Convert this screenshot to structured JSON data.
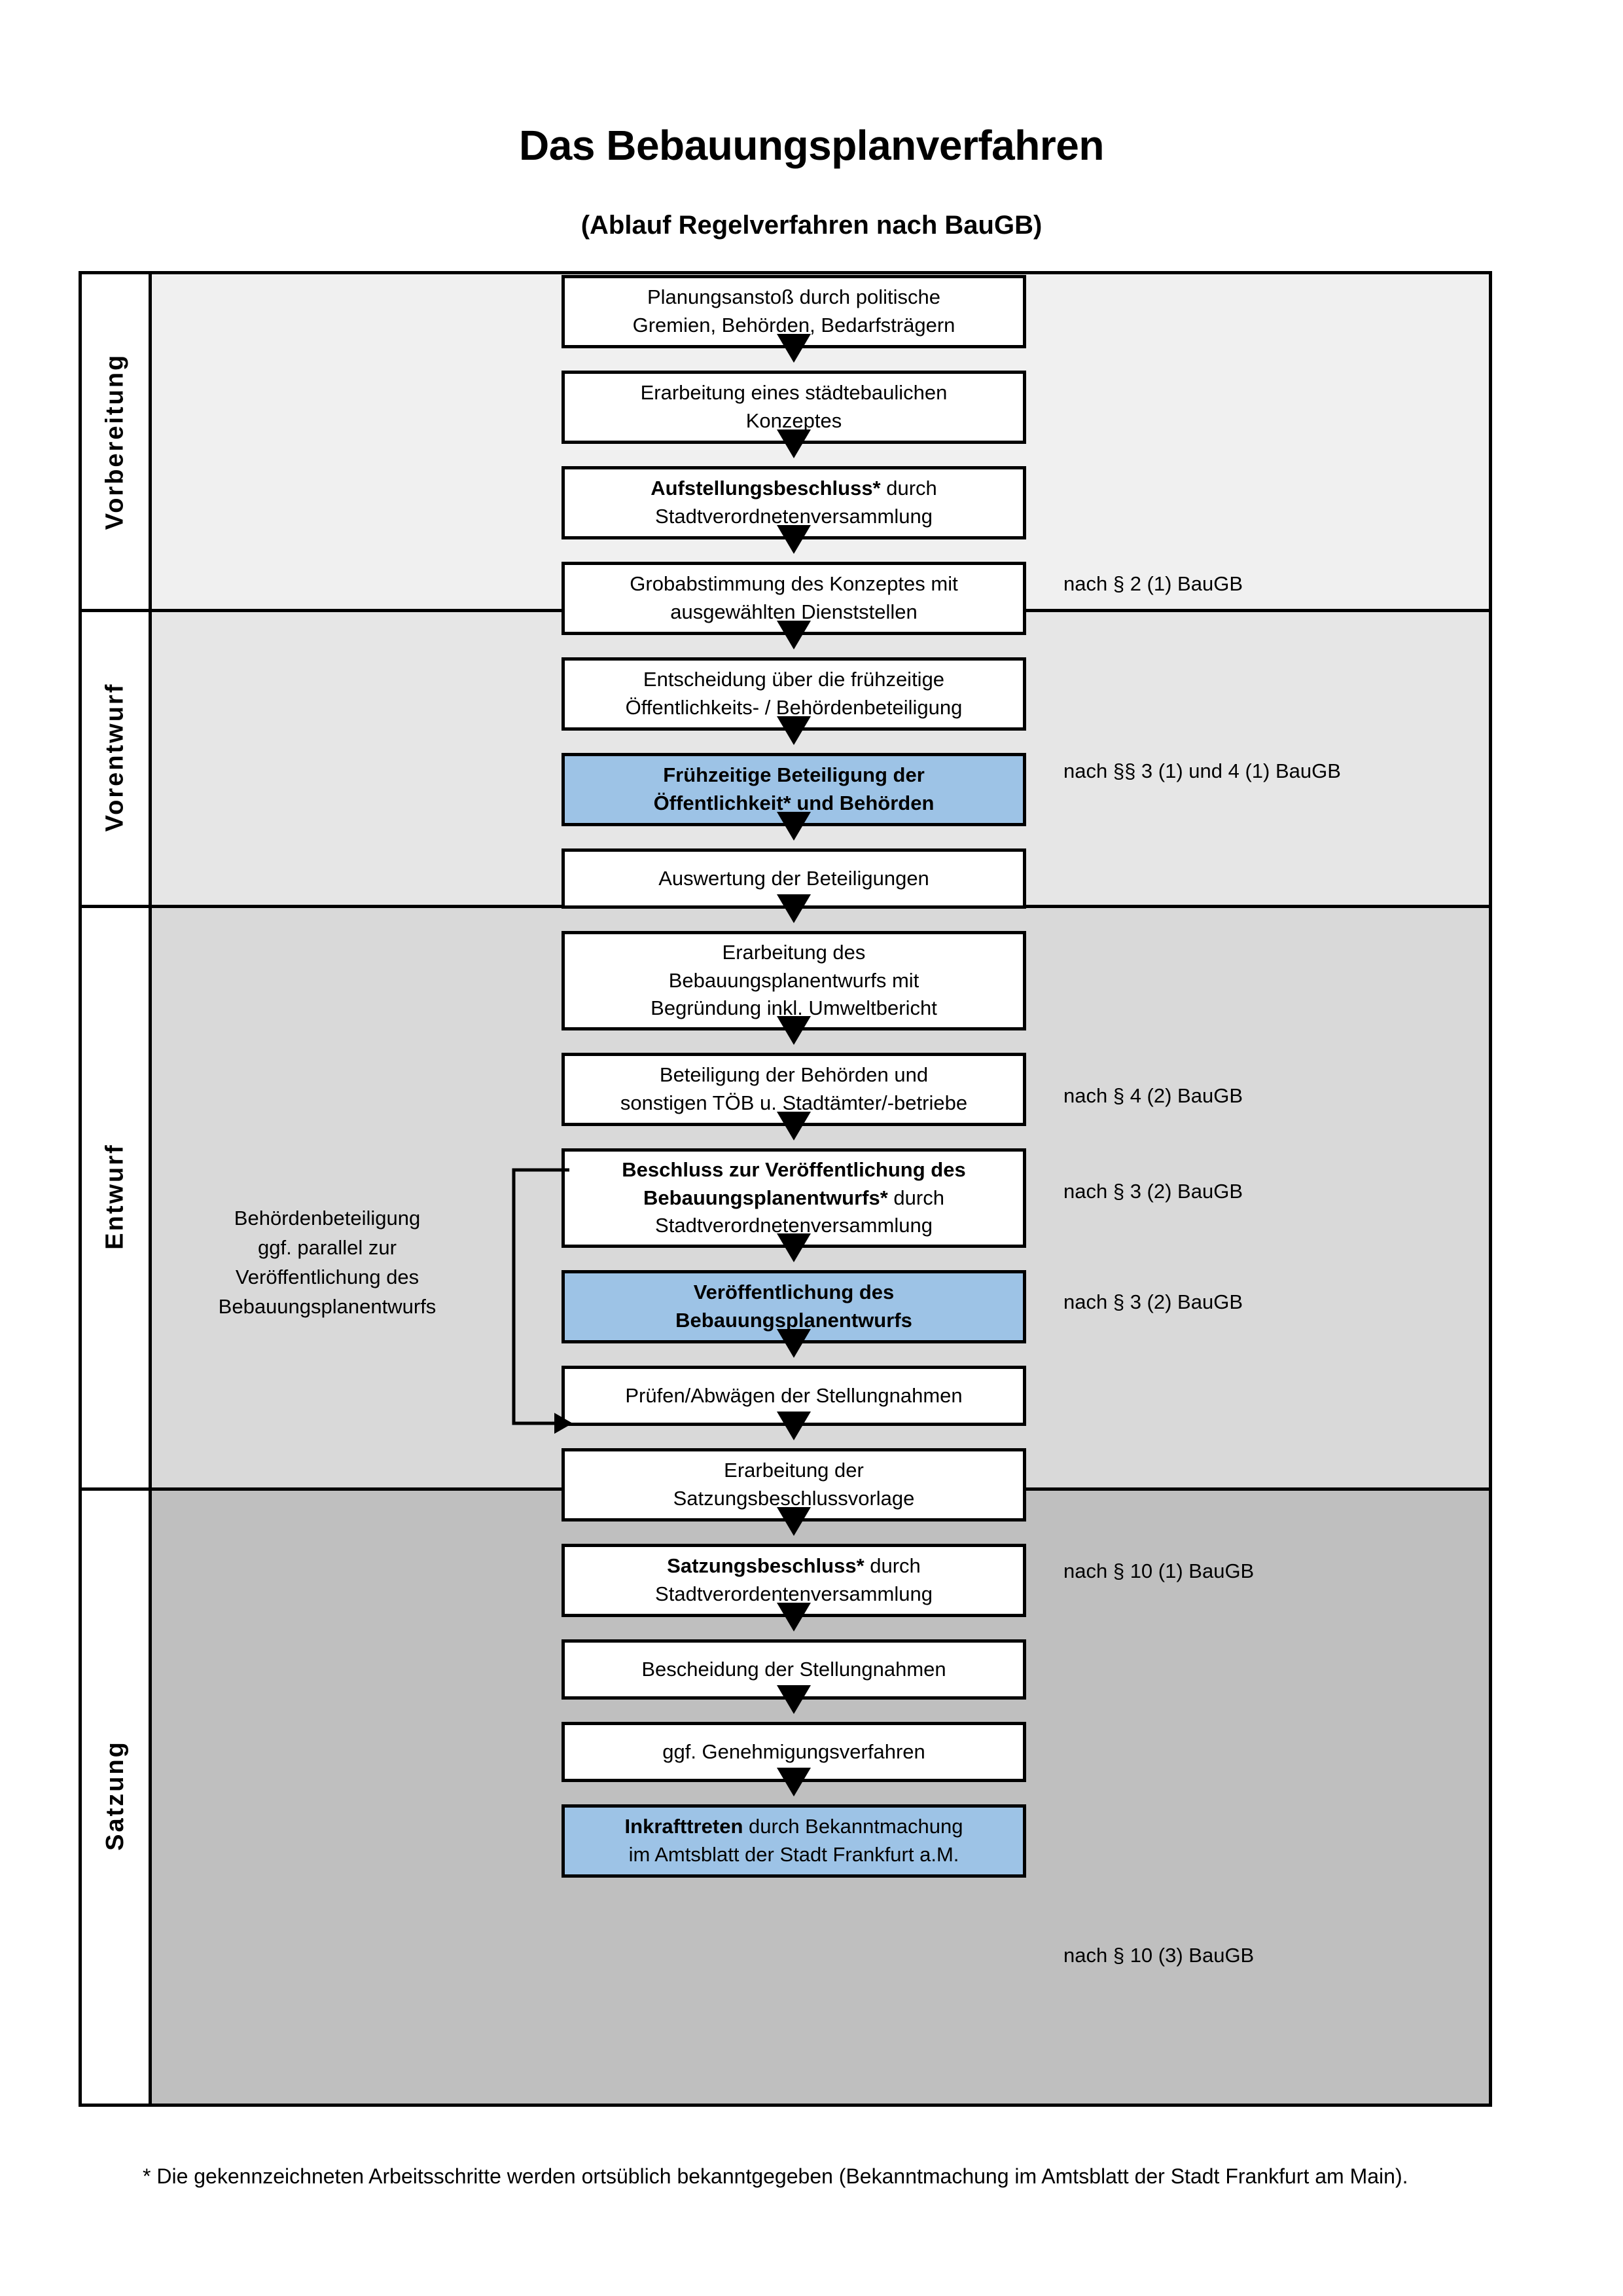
{
  "header": {
    "title": "Das Bebauungsplanverfahren",
    "subtitle": "(Ablauf Regelverfahren nach BauGB)"
  },
  "phases": [
    {
      "label": "Vorbereitung"
    },
    {
      "label": "Vorentwurf"
    },
    {
      "label": "Entwurf"
    },
    {
      "label": "Satzung"
    }
  ],
  "steps": [
    {
      "id": "planungsanstoss",
      "lines": [
        "Planungsanstoß durch politische",
        "Gremien, Behörden, Bedarfsträgern"
      ],
      "bold": [],
      "highlight": false
    },
    {
      "id": "staedtebauliches-konzept",
      "lines": [
        "Erarbeitung eines städtebaulichen",
        "Konzeptes"
      ],
      "bold": [],
      "highlight": false
    },
    {
      "id": "aufstellungsbeschluss",
      "lines": [
        "Aufstellungsbeschluss* durch",
        "Stadtverordnetenversammlung"
      ],
      "bold": [
        "Aufstellungsbeschluss*"
      ],
      "highlight": false
    },
    {
      "id": "grobabstimmung",
      "lines": [
        "Grobabstimmung des Konzeptes mit",
        "ausgewählten Dienststellen"
      ],
      "bold": [],
      "highlight": false
    },
    {
      "id": "entscheidung-fruehzeitig",
      "lines": [
        "Entscheidung über die frühzeitige",
        "Öffentlichkeits- / Behördenbeteiligung"
      ],
      "bold": [],
      "highlight": false
    },
    {
      "id": "fruehzeitige-beteiligung",
      "lines": [
        "Frühzeitige Beteiligung der",
        "Öffentlichkeit* und Behörden"
      ],
      "bold": [
        "all"
      ],
      "highlight": true
    },
    {
      "id": "auswertung",
      "lines": [
        "Auswertung der Beteiligungen"
      ],
      "bold": [],
      "highlight": false
    },
    {
      "id": "erarbeitung-entwurf",
      "lines": [
        "Erarbeitung des",
        "Bebauungsplanentwurfs mit",
        "Begründung inkl. Umweltbericht"
      ],
      "bold": [],
      "highlight": false
    },
    {
      "id": "beteiligung-behoerden",
      "lines": [
        "Beteiligung der Behörden und",
        "sonstigen TÖB u. Stadtämter/-betriebe"
      ],
      "bold": [],
      "highlight": false
    },
    {
      "id": "beschluss-veroeff",
      "lines": [
        "Beschluss zur Veröffentlichung des",
        "Bebauungsplanentwurfs* durch",
        "Stadtverordnetenversammlung"
      ],
      "bold": [
        "Beschluss zur Veröffentlichung des",
        "Bebauungsplanentwurfs*"
      ],
      "highlight": false
    },
    {
      "id": "veroeffentlichung",
      "lines": [
        "Veröffentlichung des",
        "Bebauungsplanentwurfs"
      ],
      "bold": [
        "all"
      ],
      "highlight": true
    },
    {
      "id": "pruefen-abwaegen",
      "lines": [
        "Prüfen/Abwägen der Stellungnahmen"
      ],
      "bold": [],
      "highlight": false
    },
    {
      "id": "satzungsbeschlussvorlage",
      "lines": [
        "Erarbeitung der",
        "Satzungsbeschlussvorlage"
      ],
      "bold": [],
      "highlight": false
    },
    {
      "id": "satzungsbeschluss",
      "lines": [
        "Satzungsbeschluss* durch",
        "Stadtverordentenversammlung"
      ],
      "bold": [
        "Satzungsbeschluss*"
      ],
      "highlight": false
    },
    {
      "id": "bescheidung",
      "lines": [
        "Bescheidung der Stellungnahmen"
      ],
      "bold": [],
      "highlight": false
    },
    {
      "id": "genehmigungsverfahren",
      "lines": [
        "ggf. Genehmigungsverfahren"
      ],
      "bold": [],
      "highlight": false
    },
    {
      "id": "inkrafttreten",
      "lines": [
        "Inkrafttreten durch Bekanntmachung",
        "im Amtsblatt der Stadt Frankfurt a.M."
      ],
      "bold": [
        "Inkrafttreten"
      ],
      "highlight": true
    }
  ],
  "legal_refs": [
    {
      "id": "ref-par-2-1",
      "text": "nach § 2 (1) BauGB"
    },
    {
      "id": "ref-par-3-4-1",
      "text": "nach §§ 3 (1) und 4 (1) BauGB"
    },
    {
      "id": "ref-par-4-2",
      "text": "nach § 4 (2) BauGB"
    },
    {
      "id": "ref-par-3-2-a",
      "text": "nach § 3 (2) BauGB"
    },
    {
      "id": "ref-par-3-2-b",
      "text": "nach § 3 (2) BauGB"
    },
    {
      "id": "ref-par-10-1",
      "text": "nach § 10 (1) BauGB"
    },
    {
      "id": "ref-par-10-3",
      "text": "nach § 10 (3) BauGB"
    }
  ],
  "side_note": {
    "lines": [
      "Behördenbeteiligung",
      "ggf. parallel zur",
      "Veröffentlichung des",
      "Bebauungsplanentwurfs"
    ]
  },
  "footnote": {
    "text": "* Die gekennzeichneten Arbeitsschritte werden ortsüblich bekanntgegeben (Bekanntmachung im Amtsblatt  der Stadt Frankfurt am Main)."
  },
  "colors": {
    "highlight_box": "#9dc3e6",
    "band_vorbereitung": "#f0f0f0",
    "band_vorentwurf": "#e6e6e6",
    "band_entwurf": "#d9d9d9",
    "band_satzung": "#bfbfbf",
    "stroke": "#000000"
  }
}
